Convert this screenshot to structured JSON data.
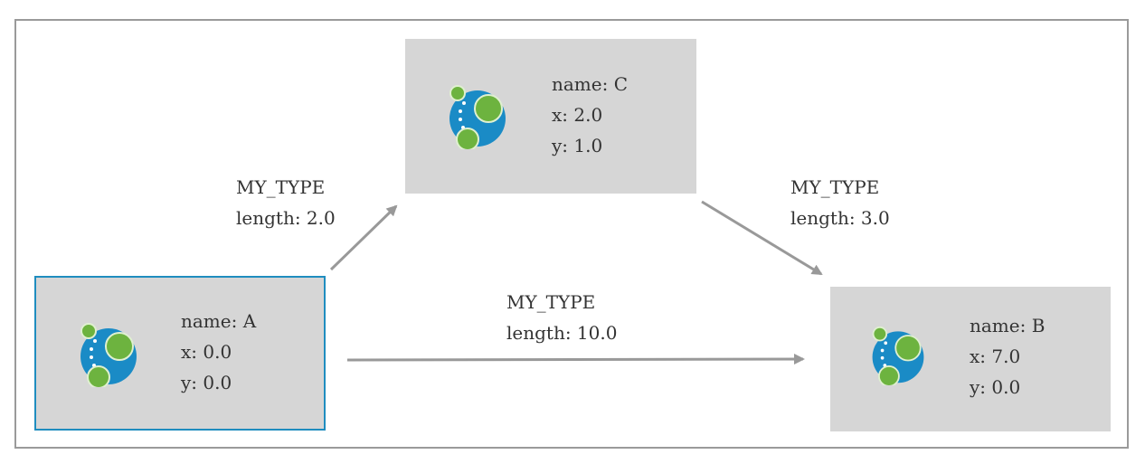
{
  "nodes": {
    "a": {
      "name": "name: A",
      "x": "x: 0.0",
      "y": "y: 0.0"
    },
    "b": {
      "name": "name: B",
      "x": "x: 7.0",
      "y": "y: 0.0"
    },
    "c": {
      "name": "name: C",
      "x": "x: 2.0",
      "y": "y: 1.0"
    }
  },
  "edges": {
    "a_to_c": {
      "type": "MY_TYPE",
      "length": "length: 2.0"
    },
    "a_to_b": {
      "type": "MY_TYPE",
      "length": "length: 10.0"
    },
    "c_to_b": {
      "type": "MY_TYPE",
      "length": "length: 3.0"
    }
  },
  "colors": {
    "node_fill": "#d6d6d6",
    "selected_border": "#1f8dbf",
    "edge": "#999999",
    "logo_blue": "#1a8bc6",
    "logo_green": "#6db33f"
  },
  "icons": {
    "node_logo": "neo4j-logo-icon"
  }
}
